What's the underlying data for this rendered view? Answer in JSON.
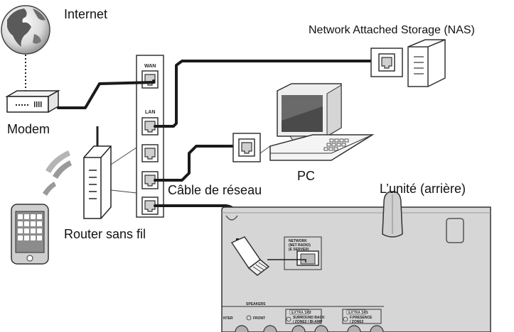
{
  "labels": {
    "internet": "Internet",
    "nas": "Network Attached Storage (NAS)",
    "modem": "Modem",
    "pc": "PC",
    "cable": "Câble de réseau",
    "unit": "L’unité (arrière)",
    "router": "Router sans fil"
  },
  "router_ports": {
    "wan": "WAN",
    "lan": "LAN"
  },
  "unit_panel": {
    "network_title": "NETWORK",
    "network_sub1": "(NET RADIO)",
    "network_sub2": "(E SERVER)",
    "speakers": "SPEAKERS",
    "center": "NTER",
    "front": "FRONT",
    "extra_sp2": "EXTRA SP2",
    "surround_back": "SURROUND BACK",
    "zone2_biamp": "/ ZONE2 / BI-AMP",
    "extra_sp1": "EXTRA SP1",
    "f_presence": "F.PRESENCE",
    "zone2": "/ ZONE2"
  },
  "colors": {
    "cable": "#1a1a1a",
    "panel": "#d6d6d6",
    "line": "#222222"
  }
}
